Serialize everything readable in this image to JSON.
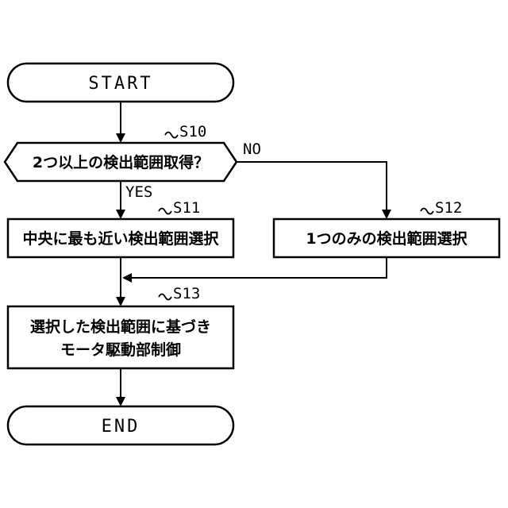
{
  "flowchart": {
    "start": "START",
    "end": "END",
    "decision": {
      "step": "S10",
      "text": "2つ以上の検出範囲取得？",
      "no_label": "NO",
      "yes_label": "YES"
    },
    "s11": {
      "step": "S11",
      "text": "中央に最も近い検出範囲選択"
    },
    "s12": {
      "step": "S12",
      "text": "1つのみの検出範囲選択"
    },
    "s13": {
      "step": "S13",
      "line1": "選択した検出範囲に基づき",
      "line2": "モータ駆動部制御"
    }
  }
}
